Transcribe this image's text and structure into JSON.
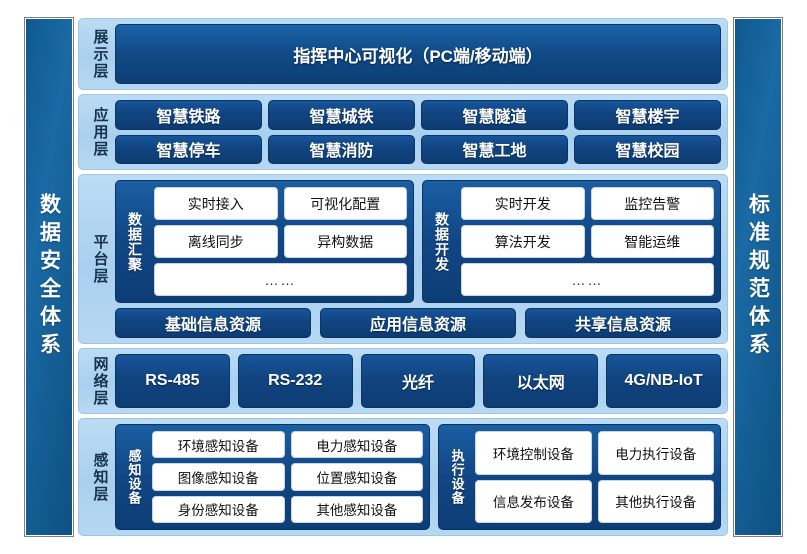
{
  "colors": {
    "page_background": "#466b4c",
    "canvas": "#ffffff",
    "pillar": "#14609b",
    "layer_band": "#aed3f0",
    "chip": "#11467f",
    "cell": "#ffffff"
  },
  "pillars": {
    "left": {
      "name": "data-security-system",
      "label": "数据安全体系"
    },
    "right": {
      "name": "standard-specification-system",
      "label": "标准规范体系"
    }
  },
  "layers": [
    {
      "id": "display",
      "label": "展示层",
      "bar": "指挥中心可视化（PC端/移动端）"
    },
    {
      "id": "application",
      "label": "应用层",
      "rows": [
        [
          "智慧铁路",
          "智慧城铁",
          "智慧隧道",
          "智慧楼宇"
        ],
        [
          "智慧停车",
          "智慧消防",
          "智慧工地",
          "智慧校园"
        ]
      ]
    },
    {
      "id": "platform",
      "label": "平台层",
      "groups": [
        {
          "label": "数据汇聚",
          "rows": [
            [
              "实时接入",
              "可视化配置"
            ],
            [
              "离线同步",
              "异构数据"
            ]
          ],
          "dots": "……"
        },
        {
          "label": "数据开发",
          "rows": [
            [
              "实时开发",
              "监控告警"
            ],
            [
              "算法开发",
              "智能运维"
            ]
          ],
          "dots": "……"
        }
      ],
      "resources": [
        "基础信息资源",
        "应用信息资源",
        "共享信息资源"
      ]
    },
    {
      "id": "network",
      "label": "网络层",
      "items": [
        "RS-485",
        "RS-232",
        "光纤",
        "以太网",
        "4G/NB-IoT"
      ]
    },
    {
      "id": "perception",
      "label": "感知层",
      "groups": [
        {
          "label": "感知设备",
          "rows": [
            [
              "环境感知设备",
              "电力感知设备"
            ],
            [
              "图像感知设备",
              "位置感知设备"
            ],
            [
              "身份感知设备",
              "其他感知设备"
            ]
          ]
        },
        {
          "label": "执行设备",
          "rows": [
            [
              "环境控制设备",
              "电力执行设备"
            ],
            [
              "信息发布设备",
              "其他执行设备"
            ]
          ]
        }
      ]
    }
  ]
}
